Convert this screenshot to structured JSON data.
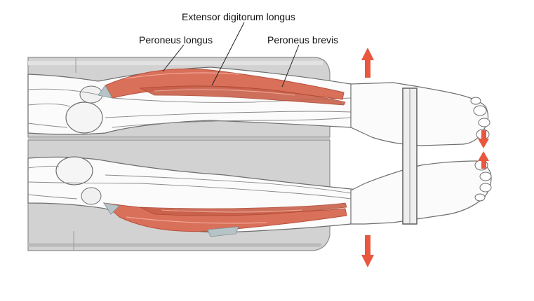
{
  "labels": {
    "extensor_digitorum_longus": "Extensor digitorum longus",
    "peroneus_longus": "Peroneus longus",
    "peroneus_brevis": "Peroneus brevis"
  },
  "colors": {
    "muscle": "#d9705a",
    "muscle_dark": "#b8503c",
    "arrow": "#e8573e",
    "table": "#c9c9c9",
    "table_dark": "#8d8d8d",
    "skin_line": "#6e6e6e",
    "strap": "#5f5f5f"
  },
  "arrows": [
    "arrow-up",
    "arrow-down",
    "arrow-toe-down",
    "arrow-toe-up"
  ]
}
